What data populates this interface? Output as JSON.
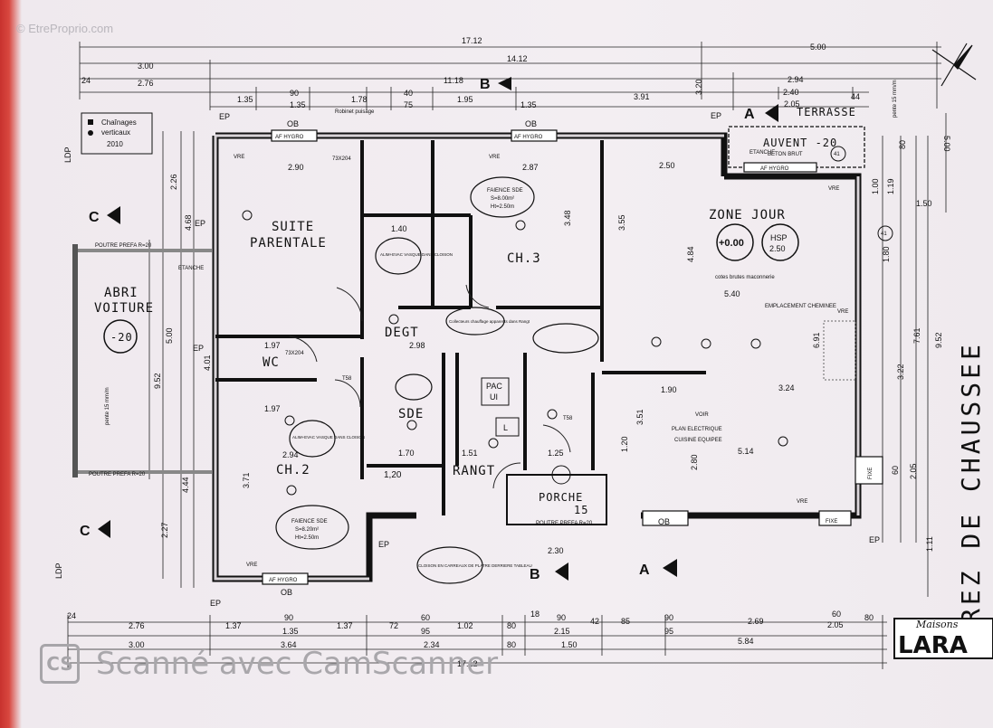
{
  "watermark": "© EtreProprio.com",
  "scanner": {
    "logo": "CS",
    "text": "Scanné avec CamScanner"
  },
  "title_vertical": "REZ DE CHAUSSEE",
  "brand": {
    "script": "Maisons",
    "name": "LARA"
  },
  "legend": {
    "line1": "Chaînages",
    "line2": "verticaux",
    "line3": "2010"
  },
  "rooms": {
    "suite": "SUITE",
    "parentale": "PARENTALE",
    "zone_jour": "ZONE JOUR",
    "ch3": "CH.3",
    "ch2": "CH.2",
    "abri": "ABRI",
    "voiture": "VOITURE",
    "abri_level": "-20",
    "degt": "DEGT",
    "wc": "WC",
    "sde": "SDE",
    "rangt": "RANGT",
    "porche": "PORCHE",
    "porche_level": "15",
    "auvent": "AUVENT -20",
    "terrasse": "TERRASSE",
    "zone_level": "+0.00",
    "hsp": "HSP",
    "hsp_val": "2.50"
  },
  "sections": {
    "a": "A",
    "b": "B",
    "c": "C"
  },
  "dims_top": {
    "total": "17.12",
    "d1412": "14.12",
    "d500": "5.00",
    "d300": "3.00",
    "d276": "2.76",
    "d24": "24",
    "d1118": "11.18",
    "d294": "2.94",
    "d240": "2.40",
    "d44": "44",
    "d320": "3.20",
    "d135a": "1.35",
    "d90": "90",
    "d178": "1.78",
    "d40": "40",
    "d195": "1.95",
    "d391": "3.91",
    "d135b": "1.35",
    "d75": "75",
    "d135c": "1.35",
    "d205": "2.05"
  },
  "dims_bottom": {
    "d24": "24",
    "d276": "2.76",
    "d90": "90",
    "d137a": "1.37",
    "d137b": "1.37",
    "d72": "72",
    "d60": "60",
    "d102": "1.02",
    "d80a": "80",
    "d18": "18",
    "d90b": "90",
    "d42": "42",
    "d85": "85",
    "d90c": "90",
    "d269": "2.69",
    "d60b": "60",
    "d80b": "80",
    "d135": "1.35",
    "d95": "95",
    "d215": "2.15",
    "d95b": "95",
    "d205": "2.05",
    "d300": "3.00",
    "d364": "3.64",
    "d234": "2.34",
    "d80c": "80",
    "d150": "1.50",
    "d584": "5.84",
    "total": "17.12"
  },
  "dims_inner": {
    "d290": "2.90",
    "d287": "2.87",
    "d250": "2.50",
    "d540": "5.40",
    "d348": "3.48",
    "d355": "3.55",
    "d484": "4.84",
    "d401": "4.01",
    "d197a": "1.97",
    "d298": "2.98",
    "d197b": "1.97",
    "d294": "2.94",
    "d371": "3.71",
    "d170": "1.70",
    "d151": "1.51",
    "d125": "1.25",
    "d190": "1.90",
    "d324": "3.24",
    "d514": "5.14",
    "d280": "2.80",
    "d351": "3.51",
    "d230": "2.30",
    "d120": "1.20",
    "d140": "1.40"
  },
  "dims_side": {
    "l226": "2.26",
    "l468": "4.68",
    "l500": "5.00",
    "l952": "9.52",
    "l444": "4.44",
    "l227": "2.27",
    "r500": "5.00",
    "r80": "80",
    "r100": "1.00",
    "r119": "1.19",
    "r150": "1.50",
    "r180": "1.80",
    "r691": "6.91",
    "r761": "7.61",
    "r952": "9.52",
    "r322": "3.22",
    "r60": "60",
    "r205": "2.05",
    "r111": "1.11"
  },
  "labels": {
    "ob": "OB",
    "af_hygro": "AF HYGRO",
    "vre": "VRE",
    "ep": "EP",
    "ldp": "LDP",
    "poutre": "POUTRE PREFA R=20",
    "etanche": "ETANCHE",
    "fixe": "FIXE",
    "robinet": "Robinet puisage",
    "faience1a": "FAIENCE SDE",
    "faience1b": "S=8.00m²",
    "faience1c": "Ht=2.50m",
    "faience2a": "FAIENCE SDE",
    "faience2b": "S=8.20m²",
    "faience2c": "Ht=2.50m",
    "alim1": "ALIM+EVAC VASQUE DANS CLOISON",
    "alim2": "ALIM+EVAC VASQUE DANS CLOISON",
    "collecteurs": "Collecteurs chauffage apparents dans Rangt",
    "cloison": "CLOISON EN CARREAUX DE PLATRE DERRIERE TABLEAU",
    "voir": "VOIR",
    "plan_elec": "PLAN ELECTRIQUE",
    "cuisine": "CUISINE EQUIPEE",
    "emplacement": "EMPLACEMENT CHEMINEE",
    "cotes": "cotes brutes maconnerie",
    "pac": "PAC",
    "ui": "UI",
    "l": "L",
    "t58": "T58",
    "pente": "pente 15 mm/m",
    "d73": "73X204",
    "d120": "1,20",
    "beton": "BETON BRUT",
    "n41": "41"
  }
}
